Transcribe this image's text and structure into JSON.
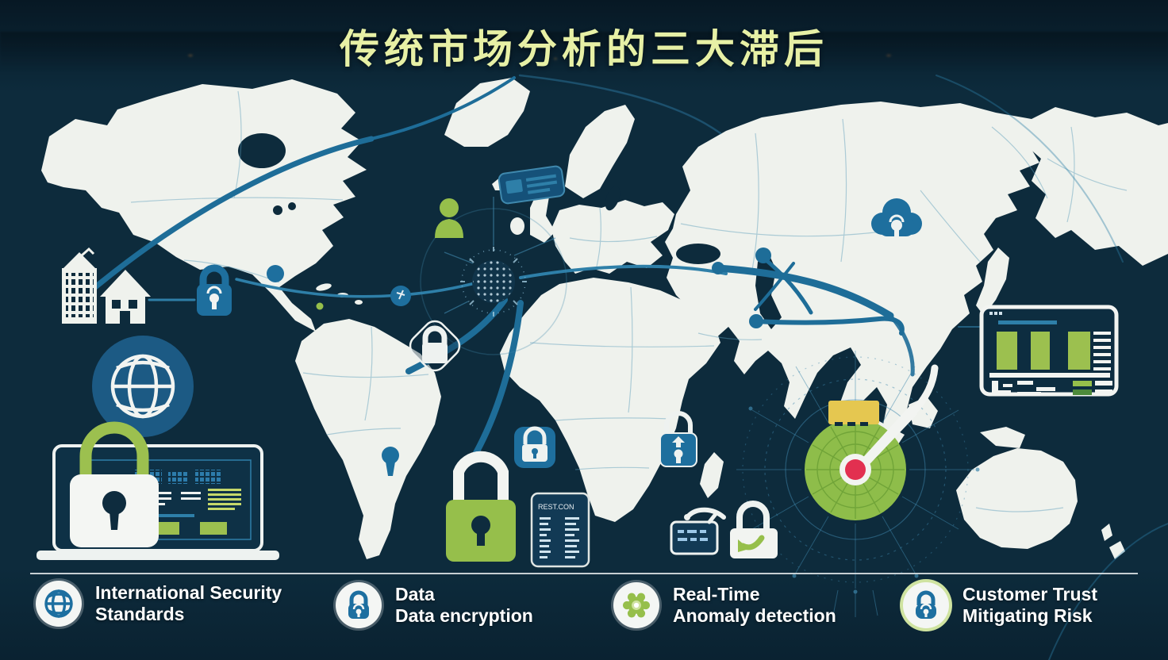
{
  "title": {
    "text": "传统市场分析的三大滞后"
  },
  "colors": {
    "background": "#0d2b3c",
    "land": "#eff2ed",
    "accent_blue": "#1e6f9e",
    "line_blue": "#2e7fa8",
    "accent_green": "#96bf4b",
    "accent_yellow": "#e5c750",
    "alert_red": "#e23050",
    "title_text": "#e7f0a5",
    "legend_text": "#ffffff"
  },
  "map": {
    "data_card_label": "REST.CON",
    "icons": [
      "office-buildings-icon",
      "globe-network-icon",
      "laptop-security-dashboard-icon",
      "green-padlock-icon",
      "encrypted-data-card-icon",
      "radar-target-icon",
      "analytics-window-icon",
      "cloud-lock-icon",
      "diamond-lock-icon",
      "rounded-lock-icon",
      "upload-lock-icon",
      "user-icon",
      "server-card-icon",
      "network-hub-icon",
      "keypad-hand-icon",
      "unlock-arrow-icon",
      "keyhole-pin-icon",
      "north-america-lock-icon"
    ]
  },
  "legend": {
    "items": [
      {
        "icon": "globe-icon",
        "line1": "International Security",
        "line2": "Standards"
      },
      {
        "icon": "padlock-icon",
        "line1": "Data",
        "line2": "Data encryption"
      },
      {
        "icon": "gear-icon",
        "line1": "Real-Time",
        "line2": "Anomaly detection"
      },
      {
        "icon": "padlock-icon",
        "line1": "Customer Trust",
        "line2": "Mitigating Risk"
      }
    ]
  }
}
